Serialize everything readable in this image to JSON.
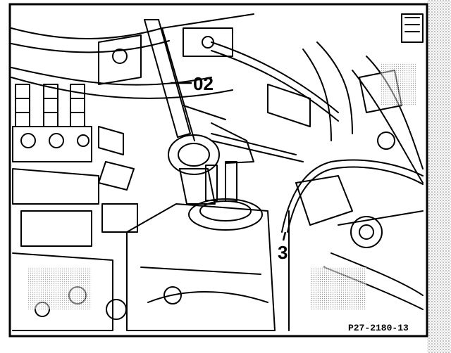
{
  "diagram": {
    "callouts": [
      {
        "id": "02",
        "label": "02"
      },
      {
        "id": "3",
        "label": "3"
      }
    ],
    "figure_code": "P27-2180-13"
  },
  "colors": {
    "ink": "#000000",
    "paper": "#ffffff",
    "halftone": "#9a9a9a"
  }
}
